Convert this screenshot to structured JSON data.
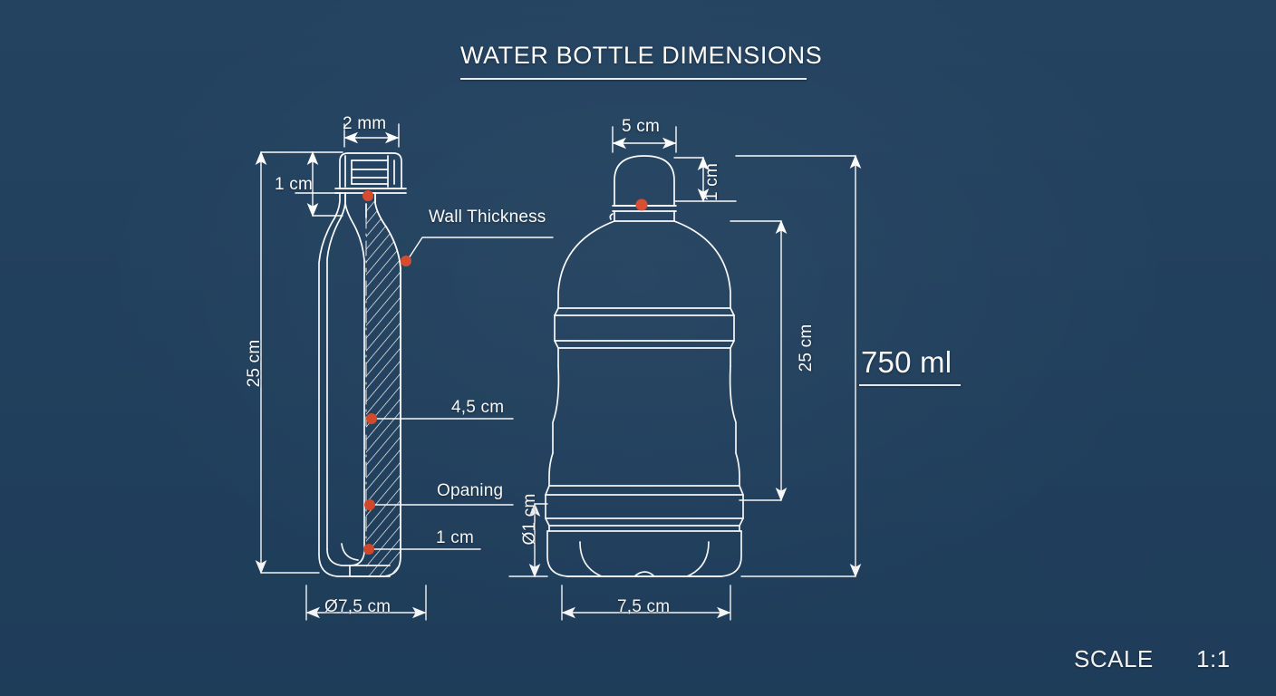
{
  "drawing": {
    "title": "WATER BOTTLE DIMENSIONS",
    "volume_label": "750 ml",
    "scale_label": "SCALE",
    "scale_value": "1:1",
    "background_color": "#20405e",
    "line_color": "#ffffff",
    "marker_color": "#d9482a"
  },
  "section_view": {
    "name": "left-section-view",
    "cap_width": "2 mm",
    "cap_height": "1 cm",
    "wall_thickness_note": "Wall Thickness",
    "total_height": "25 cm",
    "body_inner_width": "4,5 cm",
    "opening_note": "Opaning",
    "base_thickness": "1 cm",
    "base_diameter": "Ø7,5 cm"
  },
  "outline_view": {
    "name": "right-outline-view",
    "cap_diameter": "5 cm",
    "cap_height": "1 cm",
    "body_height": "25 cm",
    "base_height": "Ø1 cm",
    "base_width": "7,5 cm"
  }
}
